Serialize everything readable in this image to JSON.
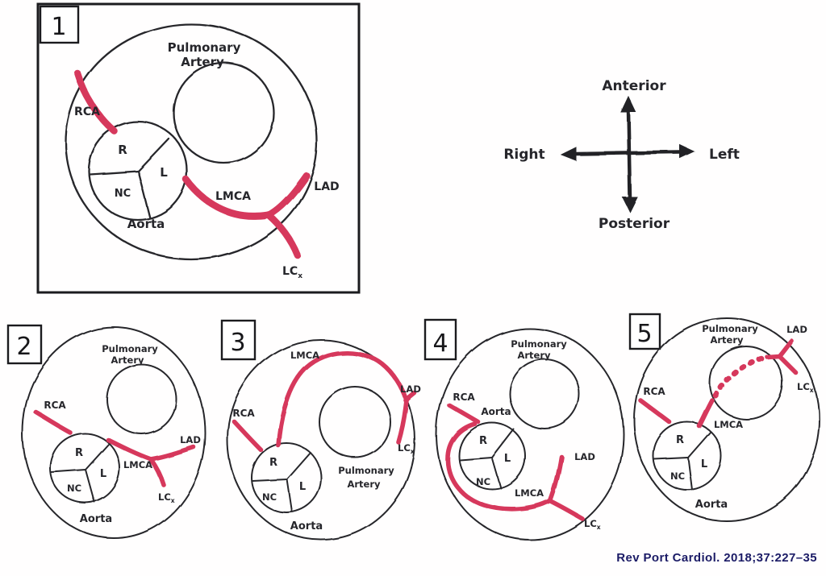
{
  "citation": "Rev Port Cardiol. 2018;37:227–35",
  "colors": {
    "artery_red": "#d6395c",
    "ink": "#26262b",
    "citation_blue": "#1b1b66"
  },
  "compass": {
    "anterior": "Anterior",
    "posterior": "Posterior",
    "right": "Right",
    "left": "Left"
  },
  "labels": {
    "pulmonary_line1": "Pulmonary",
    "pulmonary_line2": "Artery",
    "aorta": "Aorta",
    "cusp_right": "R",
    "cusp_left": "L",
    "cusp_noncoronary": "NC",
    "rca": "RCA",
    "lmca": "LMCA",
    "lad": "LAD",
    "lcx_main": "LC",
    "lcx_sub": "x"
  },
  "panels": [
    {
      "number": "1"
    },
    {
      "number": "2"
    },
    {
      "number": "3"
    },
    {
      "number": "4"
    },
    {
      "number": "5"
    }
  ]
}
